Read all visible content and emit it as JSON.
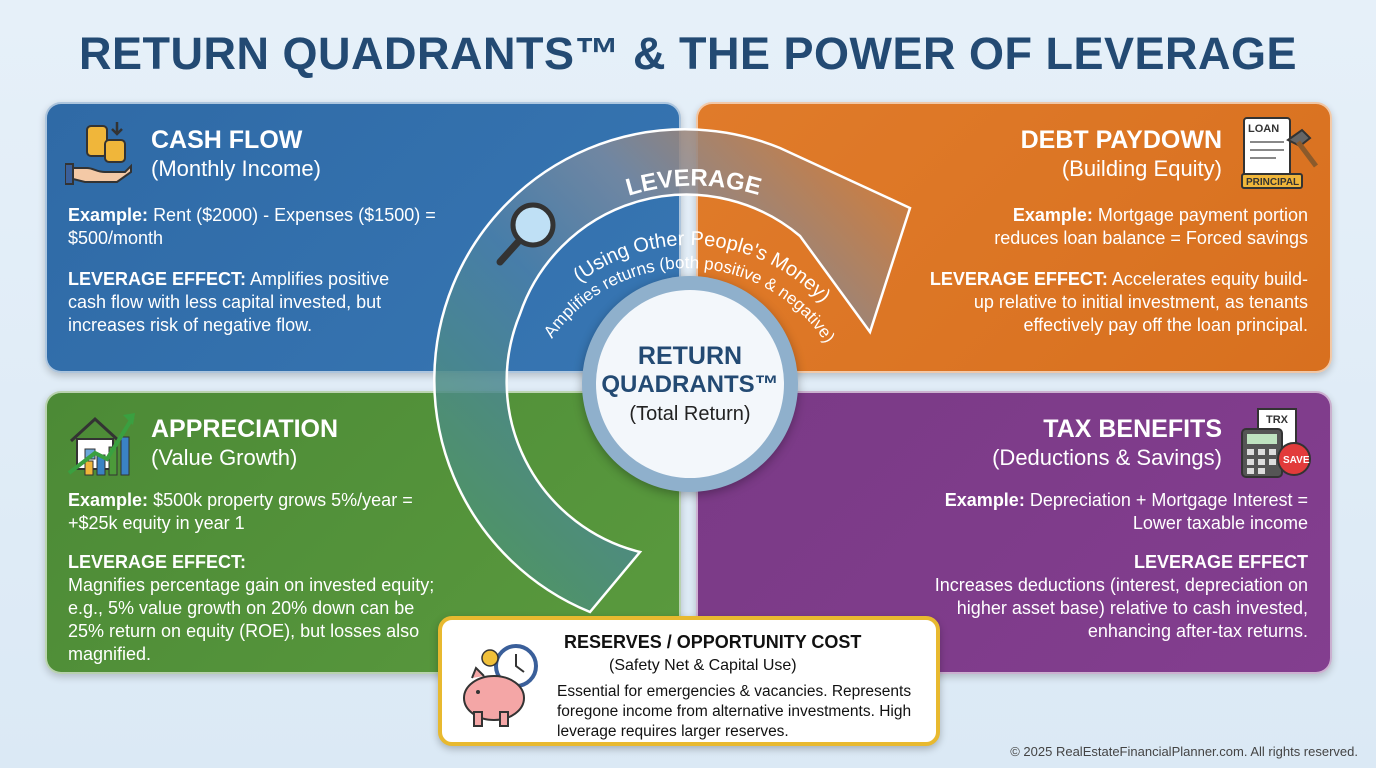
{
  "title": "RETURN QUADRANTS™ & THE POWER OF LEVERAGE",
  "quadrants": {
    "cash_flow": {
      "heading": "CASH FLOW",
      "subheading": "(Monthly Income)",
      "example_label": "Example:",
      "example_text": "Rent ($2000) - Expenses ($1500) = $500/month",
      "effect_label": "LEVERAGE EFFECT:",
      "effect_text": "Amplifies positive cash flow with less capital invested, but increases risk of negative flow.",
      "color": "#3070ac"
    },
    "debt_paydown": {
      "heading": "DEBT PAYDOWN",
      "subheading": "(Building Equity)",
      "example_label": "Example:",
      "example_text": "Mortgage payment portion reduces loan balance = Forced savings",
      "effect_label": "LEVERAGE EFFECT:",
      "effect_text": "Accelerates equity build-up relative to initial investment, as tenants effectively pay off the loan principal.",
      "icon_labels": [
        "LOAN",
        "PRINCIPAL"
      ],
      "color": "#dc7624"
    },
    "appreciation": {
      "heading": "APPRECIATION",
      "subheading": "(Value Growth)",
      "example_label": "Example:",
      "example_text": "$500k property grows 5%/year = +$25k equity in year 1",
      "effect_label": "LEVERAGE EFFECT:",
      "effect_text": "Magnifies percentage gain on invested equity; e.g., 5% value growth on 20% down can be 25% return on equity (ROE), but losses also magnified.",
      "color": "#53923a"
    },
    "tax_benefits": {
      "heading": "TAX BENEFITS",
      "subheading": "(Deductions & Savings)",
      "example_label": "Example:",
      "example_text": "Depreciation + Mortgage Interest = Lower taxable income",
      "effect_label": "LEVERAGE EFFECT",
      "effect_text": "Increases deductions (interest, depreciation on higher asset base) relative to cash invested, enhancing after-tax returns.",
      "icon_labels": [
        "TRX",
        "SAVE"
      ],
      "color": "#7e3c8a"
    }
  },
  "leverage": {
    "title": "LEVERAGE",
    "subtitle": "(Using Other People's Money)",
    "note": "Amplifies returns (both positive & negative)"
  },
  "center": {
    "line1": "RETURN",
    "line2": "QUADRANTS™",
    "line3": "(Total Return)"
  },
  "reserves": {
    "heading": "RESERVES / OPPORTUNITY COST",
    "subheading": "(Safety Net & Capital Use)",
    "text": "Essential for emergencies & vacancies. Represents foregone income from alternative investments. High leverage requires larger reserves."
  },
  "footer": "© 2025 RealEstateFinancialPlanner.com. All rights reserved."
}
